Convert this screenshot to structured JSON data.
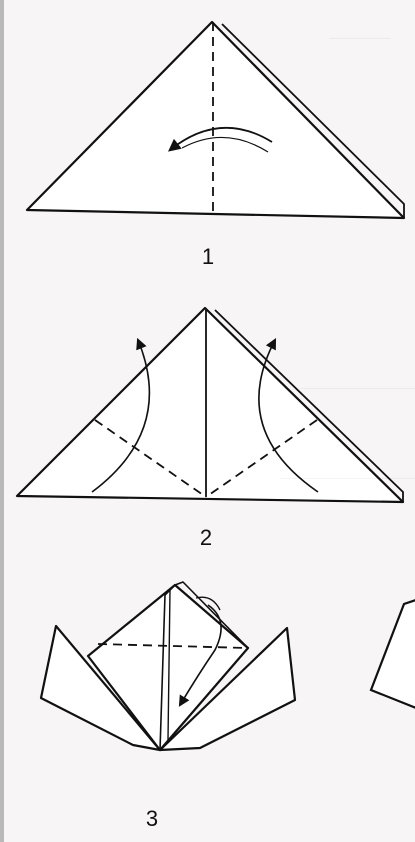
{
  "steps": [
    {
      "number": "1",
      "icon": "valley-fold-triangle-icon"
    },
    {
      "number": "2",
      "icon": "fold-corners-up-icon"
    },
    {
      "number": "3",
      "icon": "fold-flap-down-icon"
    }
  ],
  "colors": {
    "ink": "#111111",
    "paper": "#f7f5f5",
    "edge": "#b9b9b9"
  }
}
